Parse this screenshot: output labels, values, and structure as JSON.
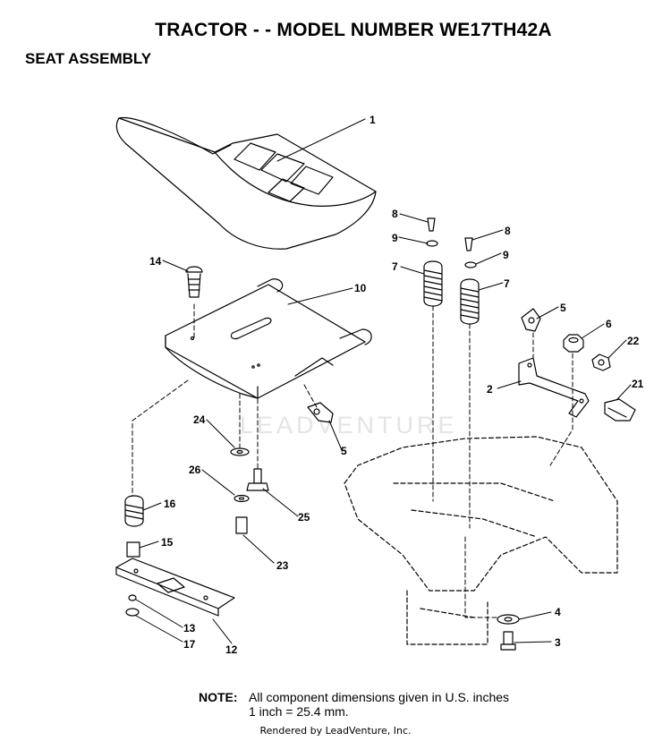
{
  "header": {
    "title": "TRACTOR - - MODEL NUMBER WE17TH42A",
    "subtitle": "SEAT ASSEMBLY"
  },
  "watermark": "LEADVENTURE",
  "labels": {
    "n1": "1",
    "n2": "2",
    "n3": "3",
    "n4": "4",
    "n5a": "5",
    "n5b": "5",
    "n6": "6",
    "n7a": "7",
    "n7b": "7",
    "n8a": "8",
    "n8b": "8",
    "n9a": "9",
    "n9b": "9",
    "n10": "10",
    "n12": "12",
    "n13": "13",
    "n14": "14",
    "n15": "15",
    "n16": "16",
    "n17": "17",
    "n21": "21",
    "n22": "22",
    "n23": "23",
    "n24": "24",
    "n25": "25",
    "n26": "26"
  },
  "note": {
    "label": "NOTE:",
    "line1": "All component dimensions given in U.S. inches",
    "line2": "1 inch = 25.4 mm."
  },
  "footer": {
    "credit": "Rendered by LeadVenture, Inc."
  }
}
